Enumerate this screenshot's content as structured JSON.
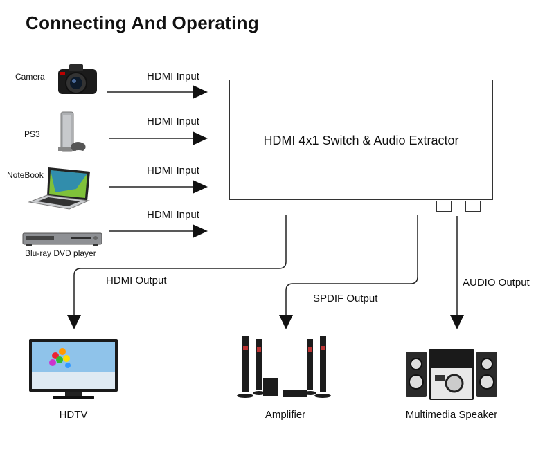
{
  "title": "Connecting And Operating",
  "inputs": [
    {
      "device": "Camera",
      "edge_label": "HDMI Input",
      "icon": "camera-icon"
    },
    {
      "device": "PS3",
      "edge_label": "HDMI Input",
      "icon": "game-console-icon"
    },
    {
      "device": "NoteBook",
      "edge_label": "HDMI Input",
      "icon": "laptop-icon"
    },
    {
      "device": "Blu-ray DVD player",
      "edge_label": "HDMI Input",
      "icon": "dvd-player-icon"
    }
  ],
  "switch_box": {
    "label": "HDMI 4x1 Switch & Audio Extractor"
  },
  "outputs": [
    {
      "edge_label": "HDMI Output",
      "device": "HDTV",
      "icon": "tv-icon"
    },
    {
      "edge_label": "SPDIF Output",
      "device": "Amplifier",
      "icon": "home-theater-icon"
    },
    {
      "edge_label": "AUDIO Output",
      "device": "Multimedia Speaker",
      "icon": "speaker-system-icon"
    }
  ]
}
